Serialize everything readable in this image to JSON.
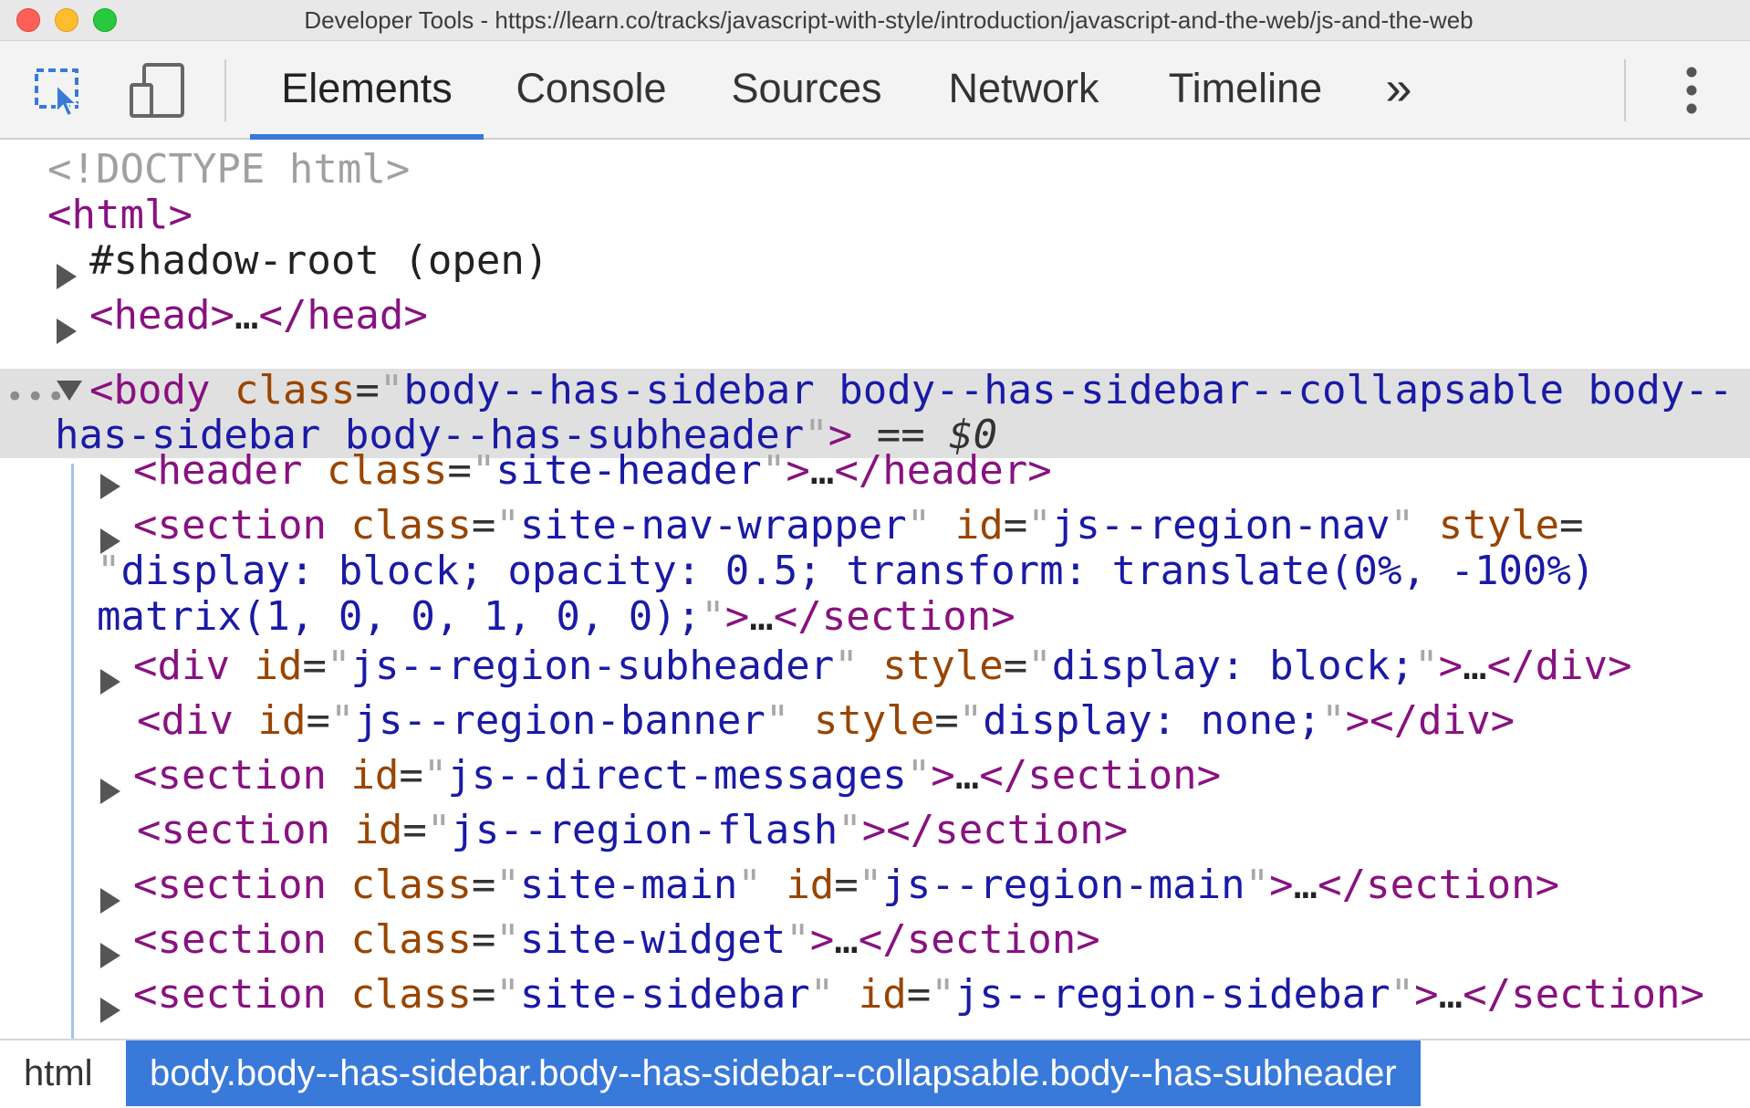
{
  "window": {
    "title": "Developer Tools - https://learn.co/tracks/javascript-with-style/introduction/javascript-and-the-web/js-and-the-web"
  },
  "toolbar": {
    "tabs": [
      {
        "label": "Elements",
        "active": true
      },
      {
        "label": "Console",
        "active": false
      },
      {
        "label": "Sources",
        "active": false
      },
      {
        "label": "Network",
        "active": false
      },
      {
        "label": "Timeline",
        "active": false
      }
    ],
    "more_tabs_glyph": "»",
    "icons": [
      "inspect-element-icon",
      "device-toolbar-icon",
      "kebab-menu-icon"
    ],
    "accent_color": "#3879d9"
  },
  "dom": {
    "doctype": "<!DOCTYPE html>",
    "html_open": "<html>",
    "shadow_root": "#shadow-root (open)",
    "head": {
      "open": "<head>",
      "ellipsis": "…",
      "close": "</head>"
    },
    "body": {
      "tag": "body",
      "attr": "class",
      "value_line1": "body--has-sidebar body--has-sidebar--collapsable body--",
      "value_line2": "has-sidebar body--has-subheader",
      "selected_marker": "== $0"
    },
    "children": [
      {
        "tag": "header",
        "attr1": "class",
        "val1": "site-header"
      },
      {
        "tag": "section",
        "attr1": "class",
        "val1": "site-nav-wrapper",
        "attr2": "id",
        "val2": "js--region-nav",
        "attr3": "style",
        "val3_line1": "display: block; opacity: 0.5; transform: translate(0%, -100%)",
        "val3_line2": "matrix(1, 0, 0, 1, 0, 0);"
      },
      {
        "tag": "div",
        "attr1": "id",
        "val1": "js--region-subheader",
        "attr2": "style",
        "val2": "display: block;"
      },
      {
        "tag": "div",
        "attr1": "id",
        "val1": "js--region-banner",
        "attr2": "style",
        "val2": "display: none;"
      },
      {
        "tag": "section",
        "attr1": "id",
        "val1": "js--direct-messages"
      },
      {
        "tag": "section",
        "attr1": "id",
        "val1": "js--region-flash"
      },
      {
        "tag": "section",
        "attr1": "class",
        "val1": "site-main",
        "attr2": "id",
        "val2": "js--region-main"
      },
      {
        "tag": "section",
        "attr1": "class",
        "val1": "site-widget"
      },
      {
        "tag": "section",
        "attr1": "class",
        "val1": "site-sidebar",
        "attr2": "id",
        "val2": "js--region-sidebar"
      }
    ],
    "ellipsis": "…"
  },
  "breadcrumbs": {
    "items": [
      {
        "label": "html",
        "active": false
      },
      {
        "label": "body.body--has-sidebar.body--has-sidebar--collapsable.body--has-subheader",
        "active": true
      }
    ]
  }
}
